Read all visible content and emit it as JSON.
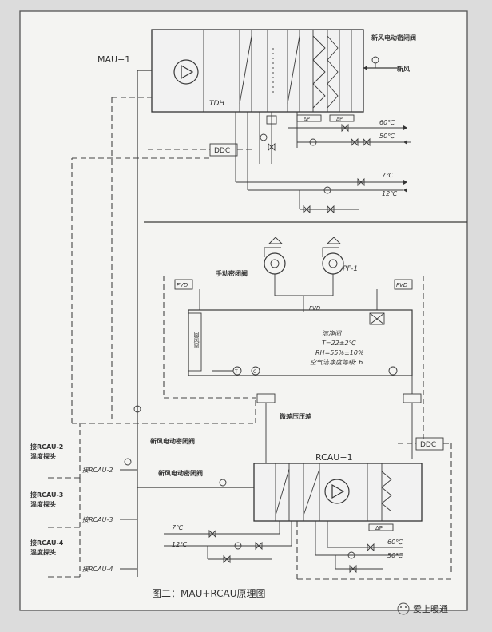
{
  "mau": {
    "title": "MAU−1",
    "label_tdh": "TDH",
    "label_ddc": "DDC",
    "label_fresh_air_damper": "新风电动密闭阀",
    "label_fresh_air": "新风",
    "dp_left": "ΔP",
    "dp_right": "ΔP",
    "temp_60": "60℃",
    "temp_50": "50℃",
    "temp_7": "7℃",
    "temp_12": "12℃"
  },
  "room": {
    "label_fvd_left": "FVD",
    "label_fvd_right": "FVD",
    "label_pf1": "PF-1",
    "label_fvd_center": "FVD",
    "label_manual_damper": "手动密闭阀",
    "label_window": "回风窗",
    "room_name": "洁净间",
    "room_t": "T=22±2℃",
    "room_rh": "RH=55%±10%",
    "room_class": "空气洁净度等级: 6",
    "label_dp_gauge": "微差压压差",
    "label_c": "C",
    "label_t": "T"
  },
  "rcau": {
    "title": "RCAU−1",
    "label_ddc": "DDC",
    "label_fresh_damper1": "新风电动密闭阀",
    "label_fresh_damper2": "新风电动密闭阀",
    "dp": "ΔP",
    "temp_7": "7℃",
    "temp_12": "12℃",
    "temp_60": "60℃",
    "temp_50": "50℃"
  },
  "left_labels": {
    "rcau2_line1": "接RCAU-2",
    "rcau2_line2": "温度探头",
    "rcau3_line1": "接RCAU-3",
    "rcau3_line2": "温度探头",
    "rcau4_line1": "接RCAU-4",
    "rcau4_line2": "温度探头",
    "to_rcau2": "接RCAU-2",
    "to_rcau3": "接RCAU-3",
    "to_rcau4": "接RCAU-4"
  },
  "caption": "图二：MAU+RCAU原理图",
  "watermark": "爱上暖通"
}
